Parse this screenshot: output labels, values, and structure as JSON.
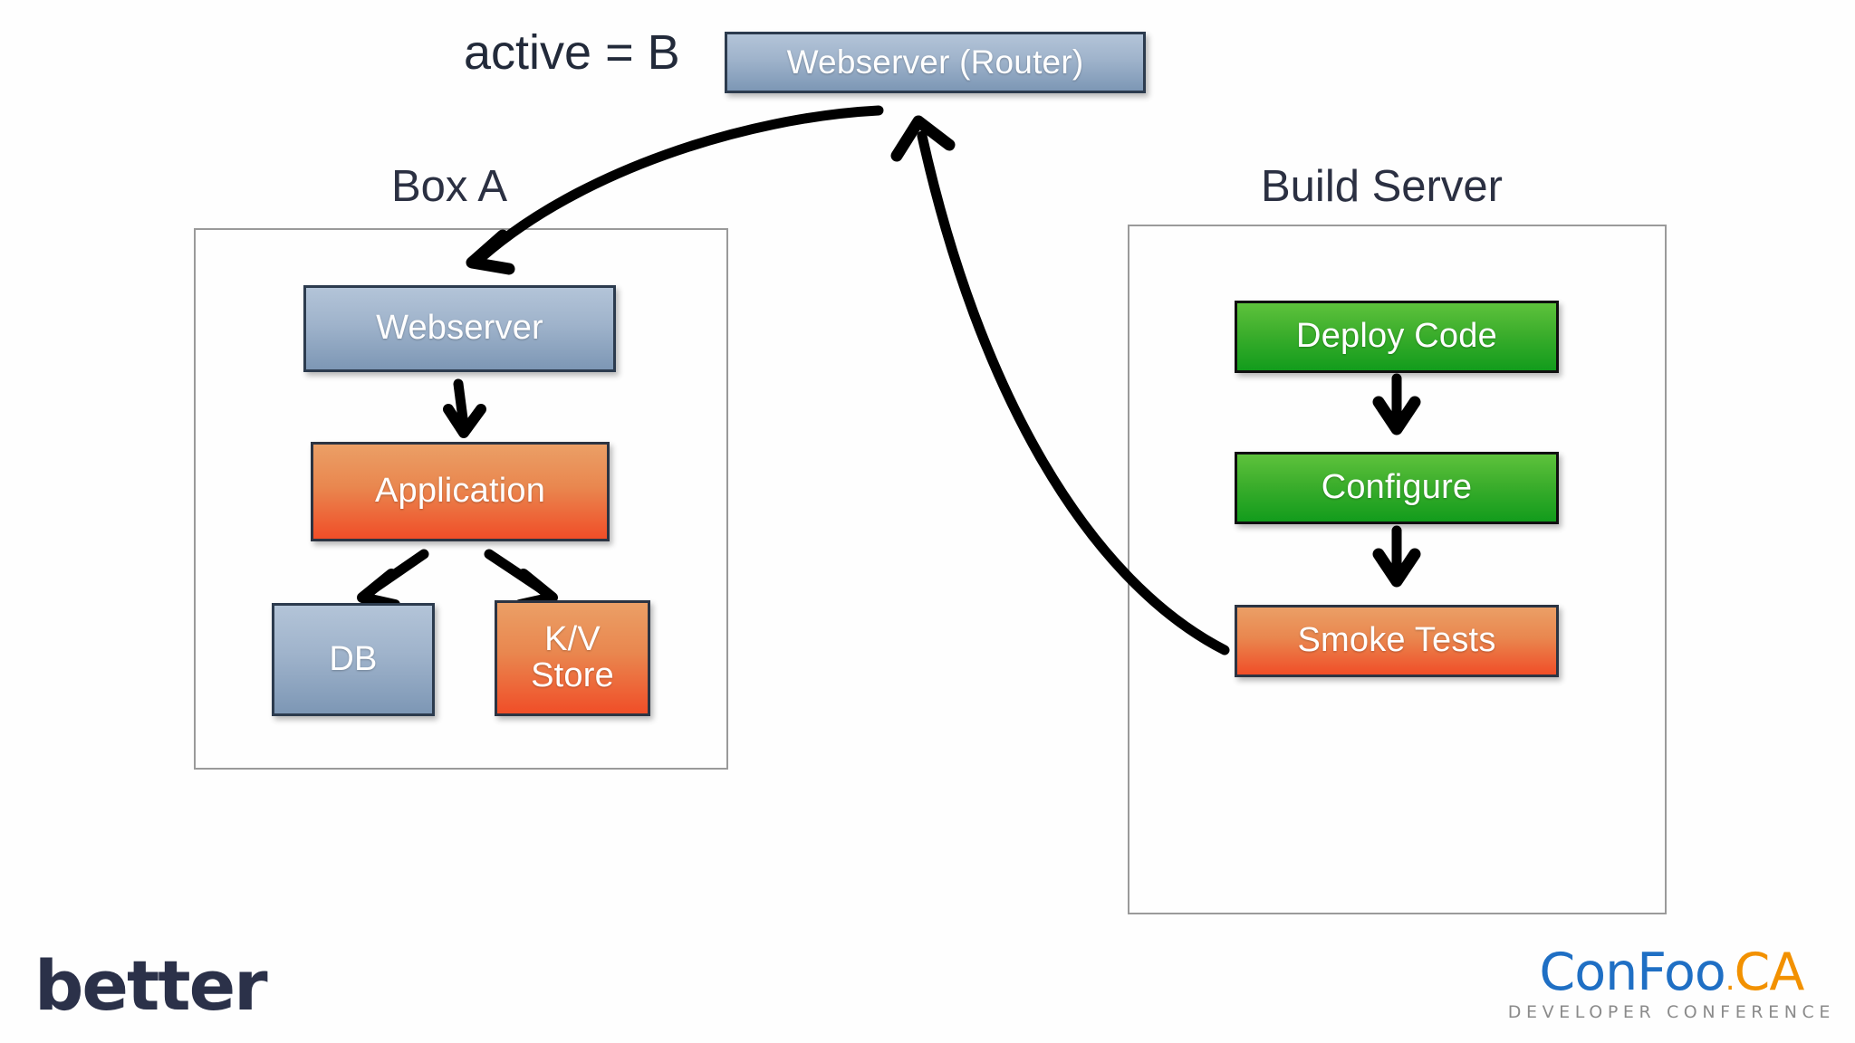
{
  "slide": {
    "background_color": "#ffffff",
    "annotation": "active = B"
  },
  "router": {
    "label": "Webserver (Router)"
  },
  "box_a": {
    "title": "Box A",
    "nodes": [
      {
        "id": "webserver",
        "label": "Webserver",
        "color": "blue"
      },
      {
        "id": "application",
        "label": "Application",
        "color": "orange"
      },
      {
        "id": "db",
        "label": "DB",
        "color": "blue"
      },
      {
        "id": "kv-store",
        "label": "K/V\nStore",
        "line1": "K/V",
        "line2": "Store",
        "color": "orange"
      }
    ]
  },
  "build_server": {
    "title": "Build Server",
    "nodes": [
      {
        "id": "deploy-code",
        "label": "Deploy Code",
        "color": "green"
      },
      {
        "id": "configure",
        "label": "Configure",
        "color": "green"
      },
      {
        "id": "smoke-tests",
        "label": "Smoke Tests",
        "color": "orange"
      }
    ]
  },
  "arrows": [
    {
      "id": "router-to-box-a",
      "from": "router",
      "to": "box-a-webserver",
      "style": "curved"
    },
    {
      "id": "smoke-tests-to-router",
      "from": "smoke-tests",
      "to": "router",
      "style": "curved"
    },
    {
      "id": "webserver-to-application",
      "from": "webserver",
      "to": "application",
      "style": "straight-down"
    },
    {
      "id": "application-to-db",
      "from": "application",
      "to": "db",
      "style": "diagonal-left"
    },
    {
      "id": "application-to-kv",
      "from": "application",
      "to": "kv-store",
      "style": "diagonal-right"
    },
    {
      "id": "deploy-to-configure",
      "from": "deploy-code",
      "to": "configure",
      "style": "straight-down"
    },
    {
      "id": "configure-to-smoke",
      "from": "configure",
      "to": "smoke-tests",
      "style": "straight-down"
    }
  ],
  "logos": {
    "better": "better",
    "confoo_main": "ConFoo",
    "confoo_dot": ".",
    "confoo_ca": "CA",
    "confoo_tagline": "DEVELOPER CONFERENCE"
  },
  "colors": {
    "blue_node": "#8fa8c4",
    "orange_node": "#ee7540",
    "green_node": "#2fae2b",
    "text_dark": "#2b3042",
    "container_border": "#9a9a9a",
    "confoo_blue": "#1f6fc4",
    "confoo_orange": "#f29100",
    "better_navy": "#2b3149"
  }
}
